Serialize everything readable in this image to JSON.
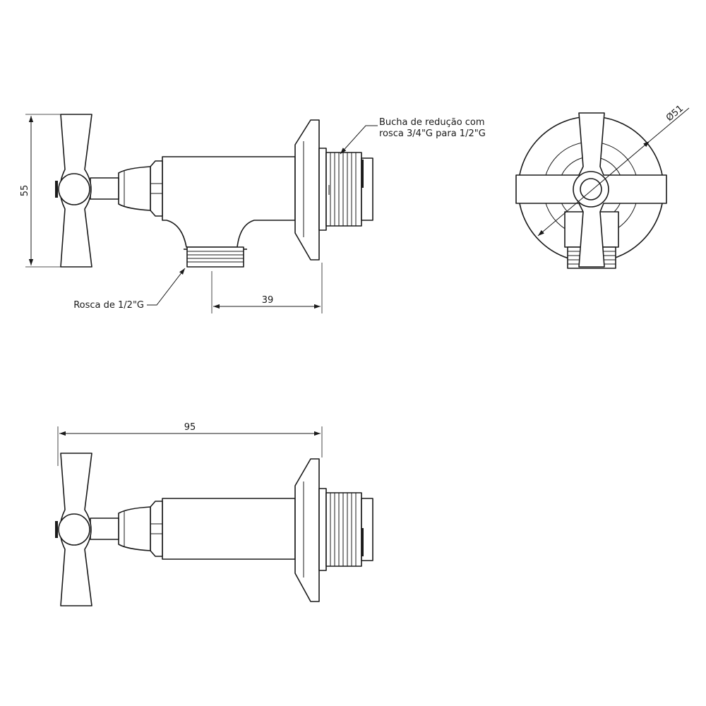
{
  "labels": {
    "bushing_line1": "Bucha de redução com",
    "bushing_line2": "rosca 3/4\"G para 1/2\"G",
    "thread": "Rosca de 1/2\"G"
  },
  "dimensions": {
    "height": "55",
    "outlet_offset": "39",
    "total_length": "95",
    "diameter": "Ø51"
  },
  "colors": {
    "line": "#1a1a1a",
    "background": "#ffffff"
  }
}
